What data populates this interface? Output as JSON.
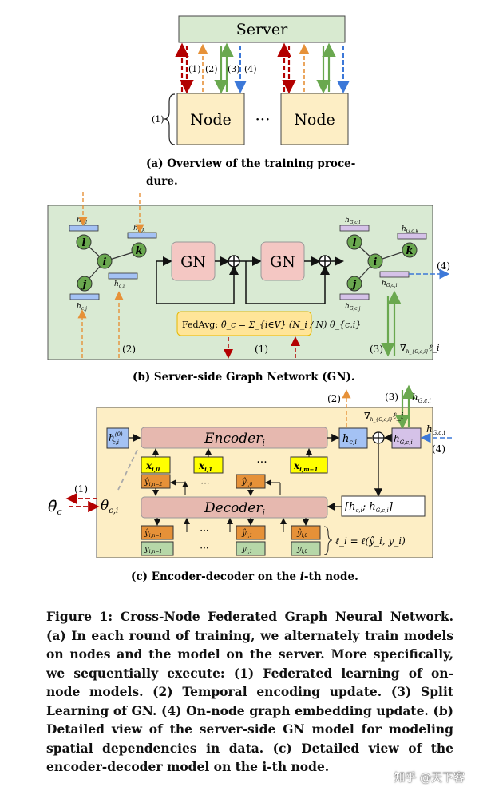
{
  "panel_a": {
    "server_label": "Server",
    "node_label": "Node",
    "ellipsis": "···",
    "step_labels": [
      "(1)",
      "(2)",
      "(3)",
      "(4)"
    ],
    "brace_label": "(1)",
    "caption_line1": "(a) Overview of the training proce-",
    "caption_line2": "dure."
  },
  "panel_b": {
    "gn_label": "GN",
    "node_letters": {
      "l": "l",
      "k": "k",
      "i": "i",
      "j": "j"
    },
    "h_labels_left": {
      "l": "h",
      "l_sub": "c,l",
      "k": "h",
      "k_sub": "c,k",
      "i": "h",
      "i_sub": "c,i",
      "j": "h",
      "j_sub": "c,j"
    },
    "h_labels_right": {
      "l": "h",
      "l_sub": "G,c,l",
      "k": "h",
      "k_sub": "G,c,k",
      "i": "h",
      "i_sub": "G,c,i",
      "j": "h",
      "j_sub": "G,c,j"
    },
    "fedavg_prefix": "FedAvg:",
    "fedavg_formula": "θ̄_c = Σ_{i∈V} (N_i / N) θ_{c,i}",
    "label_1": "(1)",
    "label_2": "(2)",
    "label_3": "(3)",
    "label_4": "(4)",
    "grad_label": "∇",
    "grad_sub": "h_{G,c,i}",
    "grad_tail": "ℓ_i",
    "caption": "(b) Server-side Graph Network (GN)."
  },
  "panel_c": {
    "encoder": "Encoder",
    "encoder_sub": "i",
    "decoder": "Decoder",
    "decoder_sub": "i",
    "h0": "h",
    "h0_sup": "(0)",
    "h0_sub": "c,i",
    "hci": "h",
    "hci_sub": "c,i",
    "hgci": "h",
    "hgci_sub": "G,c,i",
    "concat": "[h",
    "concat_sub1": "c,i",
    "concat_mid": "; h",
    "concat_sub2": "G,c,i",
    "concat_end": "]",
    "x_boxes": [
      {
        "base": "x",
        "sub": "i,0"
      },
      {
        "base": "x",
        "sub": "i,1"
      },
      {
        "base": "x",
        "sub": "i,m−1"
      }
    ],
    "yhat_top": [
      {
        "base": "ŷ",
        "sub": "i,n−2"
      },
      {
        "base": "ŷ",
        "sub": "i,0"
      }
    ],
    "yhat_bottom": [
      {
        "base": "ŷ",
        "sub": "i,n−1"
      },
      {
        "base": "ŷ",
        "sub": "i,1"
      },
      {
        "base": "ŷ",
        "sub": "i,0"
      }
    ],
    "y_bottom": [
      {
        "base": "y",
        "sub": "i,n−1"
      },
      {
        "base": "y",
        "sub": "i,1"
      },
      {
        "base": "y",
        "sub": "i,0"
      }
    ],
    "dots": "···",
    "loss": "ℓ_i = ℓ(ŷ_i, y_i)",
    "theta_bar": "θ̄",
    "theta_bar_sub": "c",
    "theta_ci": "θ",
    "theta_ci_sub": "c,i",
    "label_1": "(1)",
    "label_2": "(2)",
    "label_3": "(3)",
    "label_4": "(4)",
    "grad_label": "∇",
    "grad_sub": "h_{G,c,i}",
    "grad_tail": "ℓ_i",
    "hg_top": "h",
    "hg_top_sub": "G,c,i",
    "hg_right": "h",
    "hg_right_sub": "G,c,i",
    "caption_prefix": "(c) Encoder-decoder on the ",
    "caption_italic": "i",
    "caption_suffix": "-th node."
  },
  "figure_caption": "Figure 1: Cross-Node Federated Graph Neural Network. (a) In each round of training, we alternately train models on nodes and the model on the server. More specifically, we sequentially execute: (1) Federated learning of on-node models. (2) Temporal encoding update. (3) Split Learning of GN. (4) On-node graph embedding update. (b) Detailed view of the server-side GN model for modeling spatial dependencies in data. (c) Detailed view of the encoder-decoder model on the i-th node.",
  "watermark": "知乎 @天下客",
  "colors": {
    "server_fill": "#d8ead0",
    "panel_b_bg": "#d9ead3",
    "panel_c_bg": "#fdeec5",
    "gn_fill": "#f4c7c3",
    "encoder_fill": "#e6b8af",
    "red": "#b30000",
    "orange": "#e69138",
    "green": "#6aa84f",
    "blue": "#3c78d8",
    "yellow": "#ffff00",
    "orange_box": "#e69138",
    "y_green": "#b6d7a8",
    "h_blue": "#a4c2f4",
    "h_purple": "#d5c2e8"
  }
}
